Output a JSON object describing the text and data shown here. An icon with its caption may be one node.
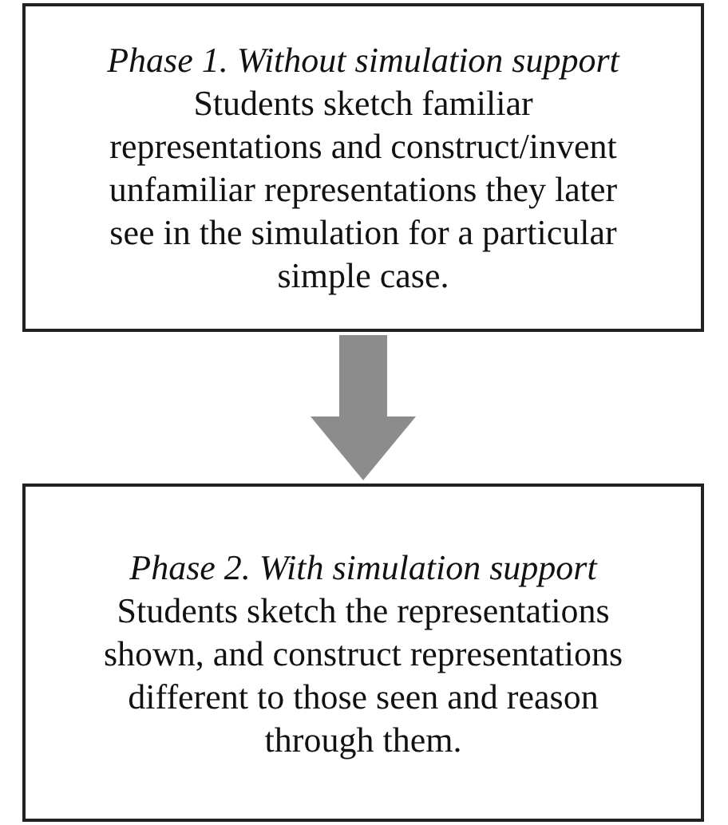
{
  "diagram": {
    "nodes": [
      {
        "text": [
          "Phase 1. Without simulation support",
          "Students sketch familiar representations and construct/invent unfamiliar representations they later see in the simulation for a particular simple case."
        ]
      },
      {
        "text": [
          "Phase 2. With simulation support",
          "Students sketch the representations shown, and construct representations different to those seen and reason through them."
        ]
      }
    ],
    "edges": [
      {
        "from": 0,
        "to": 1,
        "arrow": "to",
        "color": "#8c8c8c"
      }
    ]
  }
}
